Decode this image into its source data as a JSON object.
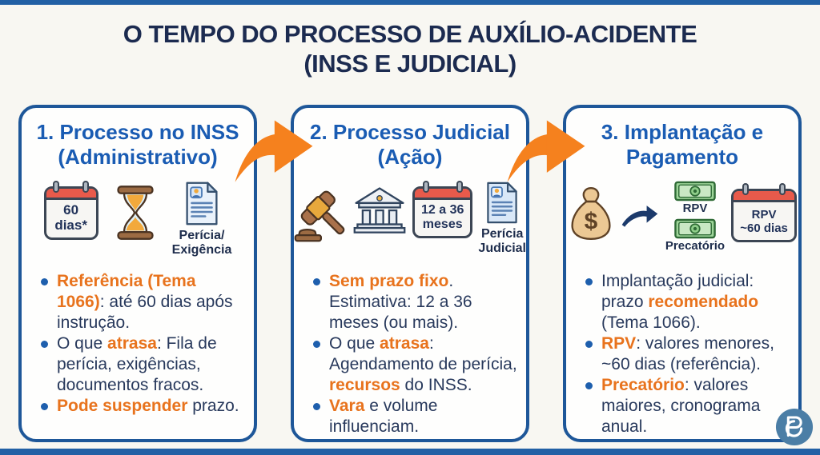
{
  "page": {
    "title_line1": "O TEMPO DO PROCESSO DE AUXÍLIO-ACIDENTE",
    "title_line2": "(INSS E JUDICIAL)"
  },
  "colors": {
    "accent_orange": "#e8731d",
    "arrow_orange": "#f5811e",
    "card_border_blue": "#1e5799",
    "heading_blue": "#1a5cb3",
    "title_navy": "#1c2b50",
    "body_navy": "#28395c",
    "calendar_red": "#e85a4b",
    "logo_blue": "#4b7ea6"
  },
  "cards": [
    {
      "title": "1. Processo no INSS",
      "subtitle": "(Administrativo)",
      "calendar_label": "60\ndias*",
      "doc_label": "Perícia/\nExigência",
      "icons": [
        "calendar-icon",
        "hourglass-icon",
        "document-expertise-icon"
      ],
      "bullets": [
        {
          "segments": [
            {
              "t": "Referência (Tema 1066)",
              "s": "accent"
            },
            {
              "t": ": até 60 dias após instrução.",
              "s": "plain"
            }
          ]
        },
        {
          "segments": [
            {
              "t": "O que ",
              "s": "plain"
            },
            {
              "t": "atrasa",
              "s": "accent"
            },
            {
              "t": ": Fila de perícia, exigências, documentos fracos.",
              "s": "plain"
            }
          ]
        },
        {
          "segments": [
            {
              "t": "Pode suspender",
              "s": "accent"
            },
            {
              "t": " prazo.",
              "s": "plain"
            }
          ]
        }
      ]
    },
    {
      "title": "2. Processo Judicial",
      "subtitle": "(Ação)",
      "calendar_label": "12 a 36\nmeses",
      "doc_label": "Perícia\nJudicial",
      "icons": [
        "gavel-icon",
        "courthouse-icon",
        "calendar-icon",
        "document-expertise-icon"
      ],
      "bullets": [
        {
          "segments": [
            {
              "t": "Sem prazo fixo",
              "s": "accent"
            },
            {
              "t": ". Estimativa: 12 a 36 meses (ou mais).",
              "s": "plain"
            }
          ]
        },
        {
          "segments": [
            {
              "t": "O que ",
              "s": "plain"
            },
            {
              "t": "atrasa",
              "s": "accent"
            },
            {
              "t": ": Agendamento de perícia, ",
              "s": "plain"
            },
            {
              "t": "recursos",
              "s": "accent"
            },
            {
              "t": " do INSS.",
              "s": "plain"
            }
          ]
        },
        {
          "segments": [
            {
              "t": "Vara",
              "s": "accent"
            },
            {
              "t": " e volume influenciam.",
              "s": "plain"
            }
          ]
        }
      ]
    },
    {
      "title": "3. Implantação e",
      "subtitle": "Pagamento",
      "rpv_label": "RPV",
      "precatorio_label": "Precatório",
      "calendar_label": "RPV\n~60 dias",
      "icons": [
        "money-bag-icon",
        "curved-arrow-icon",
        "banknote-icon",
        "banknote-icon",
        "calendar-icon"
      ],
      "bullets": [
        {
          "segments": [
            {
              "t": "Implantação judicial: prazo ",
              "s": "plain"
            },
            {
              "t": "recomendado",
              "s": "accent"
            },
            {
              "t": " (Tema 1066).",
              "s": "plain"
            }
          ]
        },
        {
          "segments": [
            {
              "t": "RPV",
              "s": "accent"
            },
            {
              "t": ": valores menores, ~60 dias (referência).",
              "s": "plain"
            }
          ]
        },
        {
          "segments": [
            {
              "t": "Precatório",
              "s": "accent"
            },
            {
              "t": ": valores maiores, cronograma anual.",
              "s": "plain"
            }
          ]
        }
      ]
    }
  ]
}
